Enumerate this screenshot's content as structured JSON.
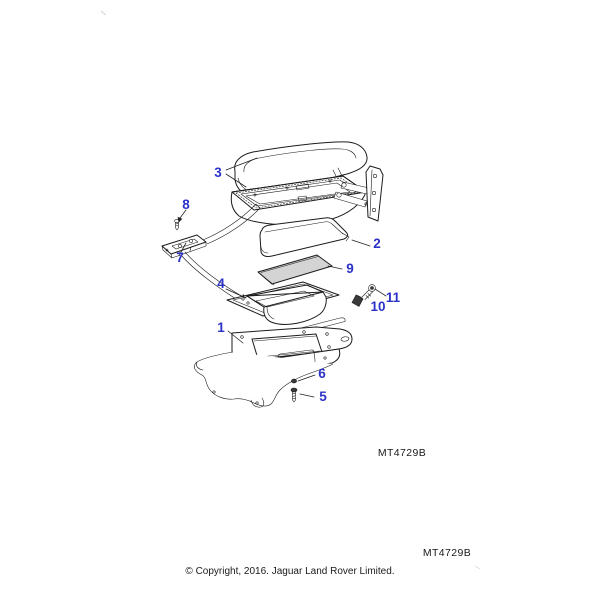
{
  "figure": {
    "part_code_inline": "MT4729B",
    "part_code_footer": "MT4729B",
    "copyright": "© Copyright, 2016. Jaguar Land Rover Limited."
  },
  "callouts": [
    {
      "label": "1"
    },
    {
      "label": "2"
    },
    {
      "label": "3"
    },
    {
      "label": "4"
    },
    {
      "label": "5"
    },
    {
      "label": "6"
    },
    {
      "label": "7"
    },
    {
      "label": "8"
    },
    {
      "label": "9"
    },
    {
      "label": "10"
    },
    {
      "label": "11"
    }
  ],
  "colors": {
    "callout": "#2b32c8",
    "line": "#1c1c1c",
    "mat_fill": "#d4d4d4",
    "background": "#ffffff"
  }
}
